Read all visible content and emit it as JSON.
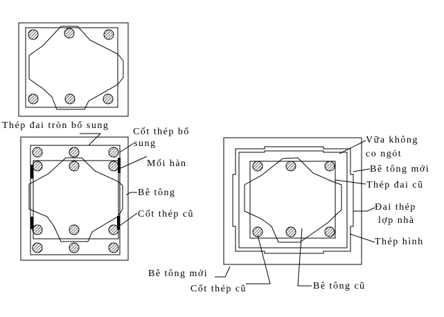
{
  "labels": {
    "added_round_stirrup": "Thép đai tròn bổ sung",
    "added_rebar_line1": "Cốt thép bổ",
    "added_rebar_line2": "sung",
    "weld": "Mối hàn",
    "concrete": "Bê tông",
    "old_rebar_left": "Cốt thép cũ",
    "grout_line1": "Vữa không",
    "grout_line2": "co ngót",
    "new_concrete_right": "Bê tông mới",
    "old_stirrup": "Thép đai cũ",
    "roof_strap_line1": "Đai thép",
    "roof_strap_line2": "lợp nhà",
    "steel_section": "Thép hình",
    "new_concrete_bottom": "Bê tông mới",
    "old_rebar_bottom": "Cốt thép cũ",
    "old_concrete": "Bê tông cũ"
  }
}
